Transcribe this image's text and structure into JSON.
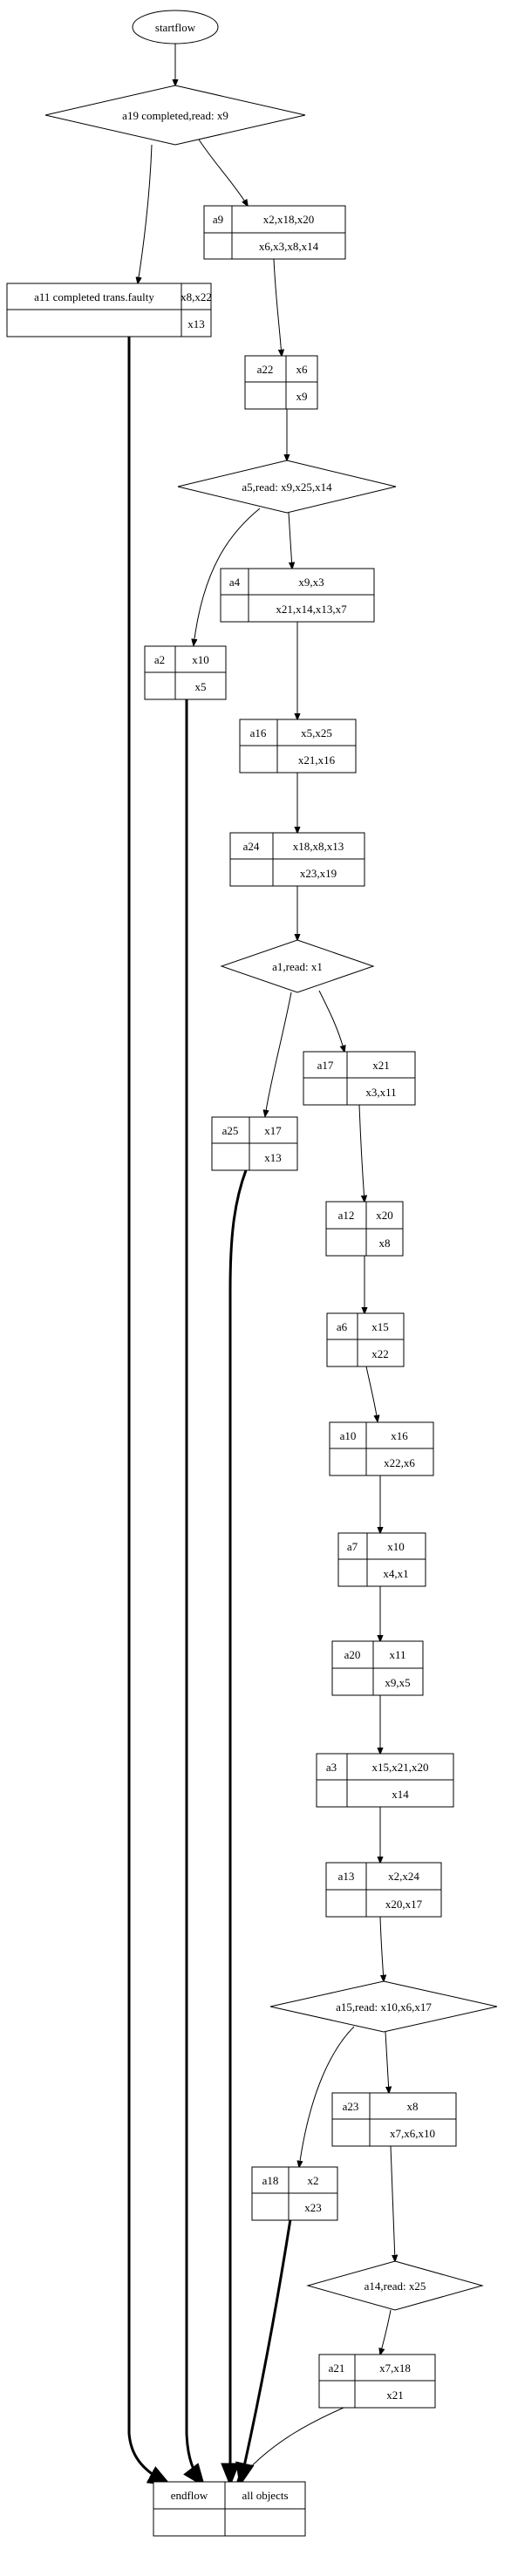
{
  "diagram": {
    "start": "startflow",
    "decisions": {
      "a19": "a19 completed,read: x9",
      "a5": "a5,read: x9,x25,x14",
      "a1": "a1,read: x1",
      "a15": "a15,read: x10,x6,x17",
      "a14": "a14,read: x25"
    },
    "records": {
      "a9": {
        "name": "a9",
        "top": "x2,x18,x20",
        "bottom": "x6,x3,x8,x14"
      },
      "a11": {
        "name": "a11  completed trans.faulty",
        "top": "x8,x22",
        "bottom": "x13"
      },
      "a22": {
        "name": "a22",
        "top": "x6",
        "bottom": "x9"
      },
      "a4": {
        "name": "a4",
        "top": "x9,x3",
        "bottom": "x21,x14,x13,x7"
      },
      "a2": {
        "name": "a2",
        "top": "x10",
        "bottom": "x5"
      },
      "a16": {
        "name": "a16",
        "top": "x5,x25",
        "bottom": "x21,x16"
      },
      "a24": {
        "name": "a24",
        "top": "x18,x8,x13",
        "bottom": "x23,x19"
      },
      "a17": {
        "name": "a17",
        "top": "x21",
        "bottom": "x3,x11"
      },
      "a25": {
        "name": "a25",
        "top": "x17",
        "bottom": "x13"
      },
      "a12": {
        "name": "a12",
        "top": "x20",
        "bottom": "x8"
      },
      "a6": {
        "name": "a6",
        "top": "x15",
        "bottom": "x22"
      },
      "a10": {
        "name": "a10",
        "top": "x16",
        "bottom": "x22,x6"
      },
      "a7": {
        "name": "a7",
        "top": "x10",
        "bottom": "x4,x1"
      },
      "a20": {
        "name": "a20",
        "top": "x11",
        "bottom": "x9,x5"
      },
      "a3": {
        "name": "a3",
        "top": "x15,x21,x20",
        "bottom": "x14"
      },
      "a13": {
        "name": "a13",
        "top": "x2,x24",
        "bottom": "x20,x17"
      },
      "a23": {
        "name": "a23",
        "top": "x8",
        "bottom": "x7,x6,x10"
      },
      "a18": {
        "name": "a18",
        "top": "x2",
        "bottom": "x23"
      },
      "a21": {
        "name": "a21",
        "top": "x7,x18",
        "bottom": "x21"
      }
    },
    "end": {
      "left": "endflow",
      "right": "all objects"
    }
  }
}
